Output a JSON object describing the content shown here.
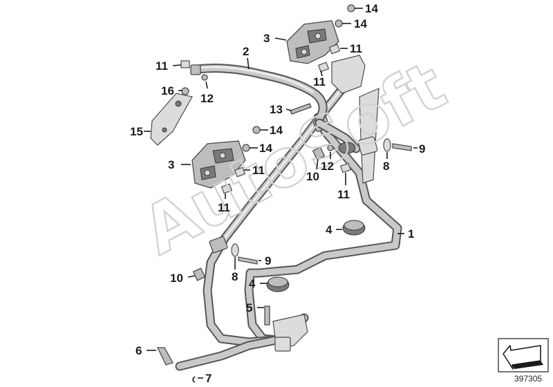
{
  "watermark": "AutoSoft",
  "diagram_number": "397305",
  "labels": [
    {
      "id": "lbl-14a",
      "text": "14"
    },
    {
      "id": "lbl-14b",
      "text": "14"
    },
    {
      "id": "lbl-3a",
      "text": "3"
    },
    {
      "id": "lbl-2",
      "text": "2"
    },
    {
      "id": "lbl-11a",
      "text": "11"
    },
    {
      "id": "lbl-11b",
      "text": "11"
    },
    {
      "id": "lbl-11c",
      "text": "11"
    },
    {
      "id": "lbl-16",
      "text": "16"
    },
    {
      "id": "lbl-12a",
      "text": "12"
    },
    {
      "id": "lbl-13",
      "text": "13"
    },
    {
      "id": "lbl-15",
      "text": "15"
    },
    {
      "id": "lbl-14c",
      "text": "14"
    },
    {
      "id": "lbl-14d",
      "text": "14"
    },
    {
      "id": "lbl-3b",
      "text": "3"
    },
    {
      "id": "lbl-11d",
      "text": "11"
    },
    {
      "id": "lbl-11e",
      "text": "11"
    },
    {
      "id": "lbl-12b",
      "text": "12"
    },
    {
      "id": "lbl-10a",
      "text": "10"
    },
    {
      "id": "lbl-11f",
      "text": "11"
    },
    {
      "id": "lbl-8a",
      "text": "8"
    },
    {
      "id": "lbl-9a",
      "text": "9"
    },
    {
      "id": "lbl-4a",
      "text": "4"
    },
    {
      "id": "lbl-1",
      "text": "1"
    },
    {
      "id": "lbl-9b",
      "text": "9"
    },
    {
      "id": "lbl-10b",
      "text": "10"
    },
    {
      "id": "lbl-8b",
      "text": "8"
    },
    {
      "id": "lbl-4b",
      "text": "4"
    },
    {
      "id": "lbl-5",
      "text": "5"
    },
    {
      "id": "lbl-6",
      "text": "6"
    },
    {
      "id": "lbl-7",
      "text": "7"
    }
  ]
}
